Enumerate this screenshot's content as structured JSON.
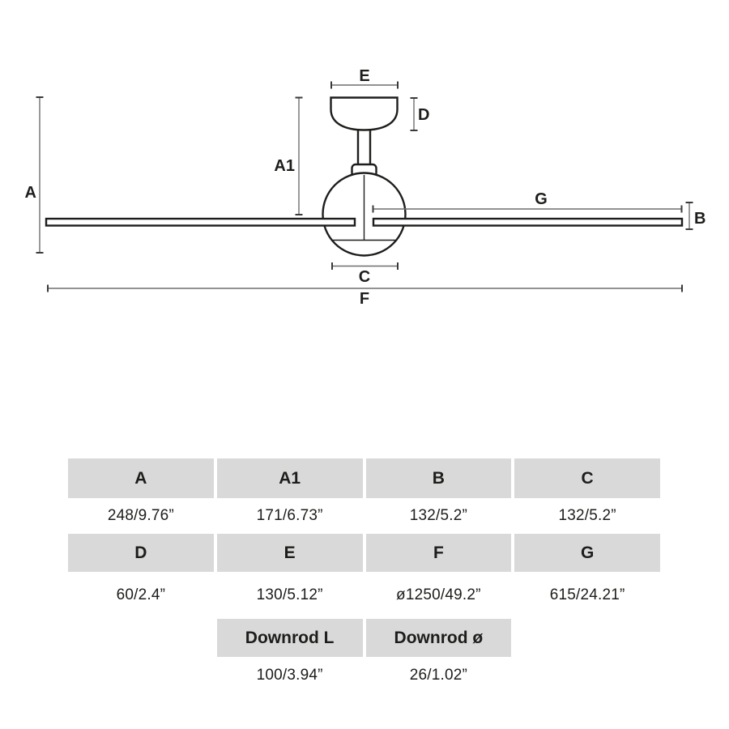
{
  "diagram": {
    "labels": {
      "A": "A",
      "A1": "A1",
      "B": "B",
      "C": "C",
      "D": "D",
      "E": "E",
      "F": "F",
      "G": "G"
    },
    "colors": {
      "drawing_stroke": "#1d1d1b",
      "dimension_line": "#6e6e6e",
      "dimension_tick": "#3a3a3a"
    }
  },
  "table": {
    "header_bg": "#d9d9d9",
    "rows": [
      {
        "type": "header",
        "cells": [
          "A",
          "A1",
          "B",
          "C"
        ]
      },
      {
        "type": "values",
        "cells": [
          "248/9.76”",
          "171/6.73”",
          "132/5.2”",
          "132/5.2”"
        ]
      },
      {
        "type": "header",
        "cells": [
          "D",
          "E",
          "F",
          "G"
        ]
      },
      {
        "type": "values",
        "cells": [
          "60/2.4”",
          "130/5.12”",
          "ø1250/49.2”",
          "615/24.21”"
        ]
      },
      {
        "type": "header",
        "cells": [
          "",
          "Downrod L",
          "Downrod ø",
          ""
        ]
      },
      {
        "type": "values",
        "cells": [
          "",
          "100/3.94”",
          "26/1.02”",
          ""
        ]
      }
    ]
  }
}
